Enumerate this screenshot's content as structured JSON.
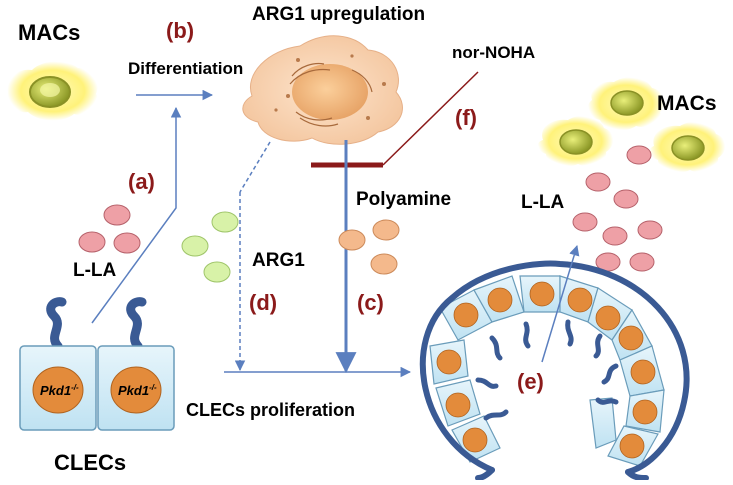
{
  "labels": {
    "macs_left": "MACs",
    "macs_right": "MACs",
    "differentiation": "Differentiation",
    "arg1_upregulation": "ARG1 upregulation",
    "nor_noha": "nor-NOHA",
    "polyamine": "Polyamine",
    "arg1": "ARG1",
    "lla_left": "L-LA",
    "lla_right": "L-LA",
    "clecs_proliferation": "CLECs proliferation",
    "clecs": "CLECs",
    "pkd_gene": "Pkd1",
    "pkd_genotype": "-/-"
  },
  "steps": {
    "a": "(a)",
    "b": "(b)",
    "c": "(c)",
    "d": "(d)",
    "e": "(e)",
    "f": "(f)"
  },
  "colors": {
    "text": "#000000",
    "step_label": "#8b1a1a",
    "arrow": "#5b7fbf",
    "inhibitor": "#8b1a1a",
    "lla_particle": "#eea0a6",
    "arg1_particle": "#d8f2a8",
    "polyamine_particle": "#f4b98c",
    "cell_fill": "#cdeaf6",
    "nucleus": "#e38b3b",
    "cyst_wall": "#3a5a94",
    "mac_glow": "#fff59a",
    "mac_nucleus": "#b9c43c"
  }
}
